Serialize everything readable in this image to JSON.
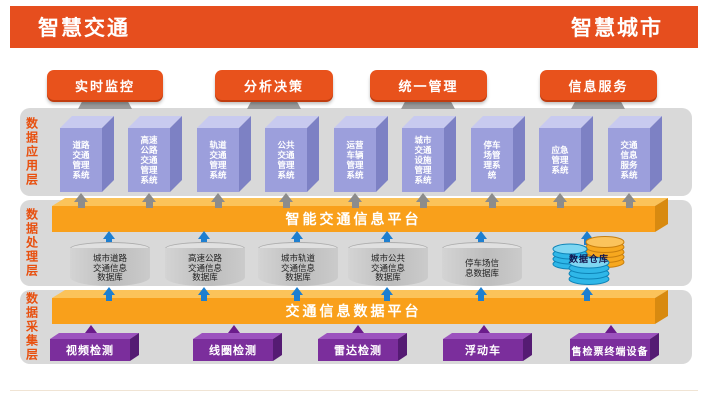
{
  "header": {
    "title_left": "智慧交通",
    "title_right": "智慧城市"
  },
  "function_buttons": [
    {
      "label": "实时监控"
    },
    {
      "label": "分析决策"
    },
    {
      "label": "统一管理"
    },
    {
      "label": "信息服务"
    }
  ],
  "layers": {
    "application": {
      "name": "数据应用层",
      "systems": [
        {
          "label": "道路\n交通\n管理\n系统"
        },
        {
          "label": "高速\n公路\n交通\n管理\n系统"
        },
        {
          "label": "轨道\n交通\n管理\n系统"
        },
        {
          "label": "公共\n交通\n管理\n系统"
        },
        {
          "label": "运营\n车辆\n管理\n系统"
        },
        {
          "label": "城市\n交通\n设施\n管理\n系统"
        },
        {
          "label": "停车\n场管\n理系\n统"
        },
        {
          "label": "应急\n管理\n系统"
        },
        {
          "label": "交通\n信息\n服务\n系统"
        }
      ]
    },
    "processing": {
      "name": "数据处理层",
      "platform": "智能交通信息平台",
      "databases": [
        {
          "label": "城市道路\n交通信息\n数据库"
        },
        {
          "label": "高速公路\n交通信息\n数据库"
        },
        {
          "label": "城市轨道\n交通信息\n数据库"
        },
        {
          "label": "城市公共\n交通信息\n数据库"
        },
        {
          "label": "停车场信\n息数据库"
        }
      ],
      "warehouse_label": "数据仓库"
    },
    "collection": {
      "name": "数据采集层",
      "platform": "交通信息数据平台",
      "sources": [
        {
          "label": "视频检测"
        },
        {
          "label": "线圈检测"
        },
        {
          "label": "雷达检测"
        },
        {
          "label": "浮动车"
        },
        {
          "label": "售检票终端设备"
        }
      ]
    }
  },
  "colors": {
    "header_bg": "#E64E1E",
    "button_bg": "#E8521C",
    "platform_bar": "#F9A01B",
    "system_box": "#9C9FDC",
    "source_box": "#7B2E9C",
    "database_gray": "#C6C6C6",
    "warehouse_blue": "#2FB7E8",
    "warehouse_orange": "#F7A81F",
    "arrow_gray": "#8C8C8C",
    "arrow_blue": "#1E7FD0",
    "arrow_purple": "#6B1C8C",
    "layer_label_text": "#E8500F",
    "panel_bg": "#D9D9D9"
  }
}
